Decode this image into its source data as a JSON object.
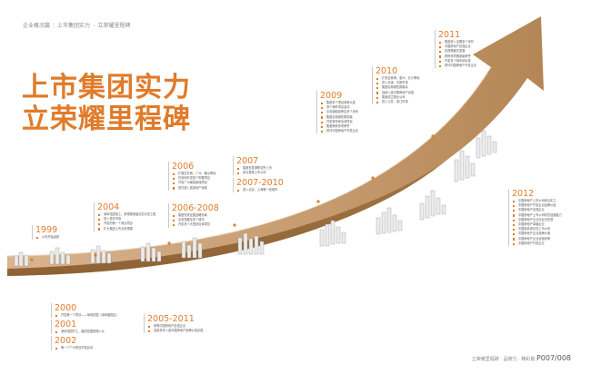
{
  "breadcrumb": [
    "企业概况篇",
    "上市集团实力",
    "立荣耀里程碑"
  ],
  "title": {
    "line1": "上市集团实力",
    "line2": "立荣耀里程碑"
  },
  "milestones": {
    "y1999": {
      "year": "1999",
      "events": [
        "公司开始运营"
      ]
    },
    "y2000": {
      "year": "2000",
      "events": [
        "开发第一个项目——深圳花园（深圳福田区）"
      ]
    },
    "y2001": {
      "year": "2001",
      "events": [
        "深圳花园开工、福田花园首期入伙"
      ]
    },
    "y2002": {
      "year": "2002",
      "events": [
        "第一个广州项目开发启动"
      ]
    },
    "y2004": {
      "year": "2004",
      "events": [
        "深圳花园竣工，获得国家级住宅示范工程",
        "进入重庆市场",
        "开发的第一个商业项目",
        "扩大集团上市业务规模"
      ]
    },
    "y2006": {
      "year": "2006",
      "events": [
        "扩展至东莞、广州、佛山等地",
        "在深圳开发首个别墅项目",
        "开发广州番禺新城项目",
        "首次进入旅游地产领域"
      ]
    },
    "y2006_2008": {
      "year": "2006-2008",
      "events": [
        "集团完成全国战略布局",
        "业务拓展至多个城市",
        "开发多个大型综合体项目"
      ]
    },
    "y2005_2011": {
      "year": "2005-2011",
      "events": [
        "获得中国房地产百强企业",
        "连续多年入选中国房地产品牌价值百强"
      ]
    },
    "y2007": {
      "year": "2007",
      "events": [
        "集团在香港联交所上市",
        "成为香港上市公司"
      ]
    },
    "y2007_2010": {
      "year": "2007-2010",
      "events": [
        "进入北京、上海等一线城市"
      ]
    },
    "y2009": {
      "year": "2009",
      "events": [
        "集团多个项目获得大奖",
        "首个海外项目启动",
        "业务版图延伸至多个省份",
        "集团实现销售额突破",
        "开发城市综合体项目",
        "集团荣获多项荣誉",
        "获评中国房地产开发企业"
      ]
    },
    "y2010": {
      "year": "2010",
      "events": [
        "扩张至珠海、惠州、长沙等地",
        "进入天津、沈阳市场",
        "集团实现销售额新高",
        "连续入选中国房地产百强",
        "集团成立物业公司",
        "进入江苏、浙江市场"
      ]
    },
    "y2011": {
      "year": "2011",
      "events": [
        "集团进入全国多个省份",
        "中国房地产百强企业",
        "实现跨越式发展",
        "获得多项国家级荣誉",
        "开发多个城市综合体",
        "获评中国房地产开发企业"
      ]
    },
    "y2012": {
      "year": "2012",
      "events": [
        "中国房地产上市公司综合实力",
        "中国房地产开发企业品牌价值",
        "中国房地产百强企业",
        "中国房地产上市公司财富创造能力",
        "中国房地产企业社会责任感",
        "中国房地产卓越企业",
        "中国最具成长性上市公司",
        "中国房地产企业品牌价值",
        "中国房地产企业运营效率",
        "中国房地产开发企业"
      ]
    }
  },
  "footer": {
    "text": "立荣耀里程碑 · 品牌力 · 精彩篇",
    "page": "P007/008"
  }
}
